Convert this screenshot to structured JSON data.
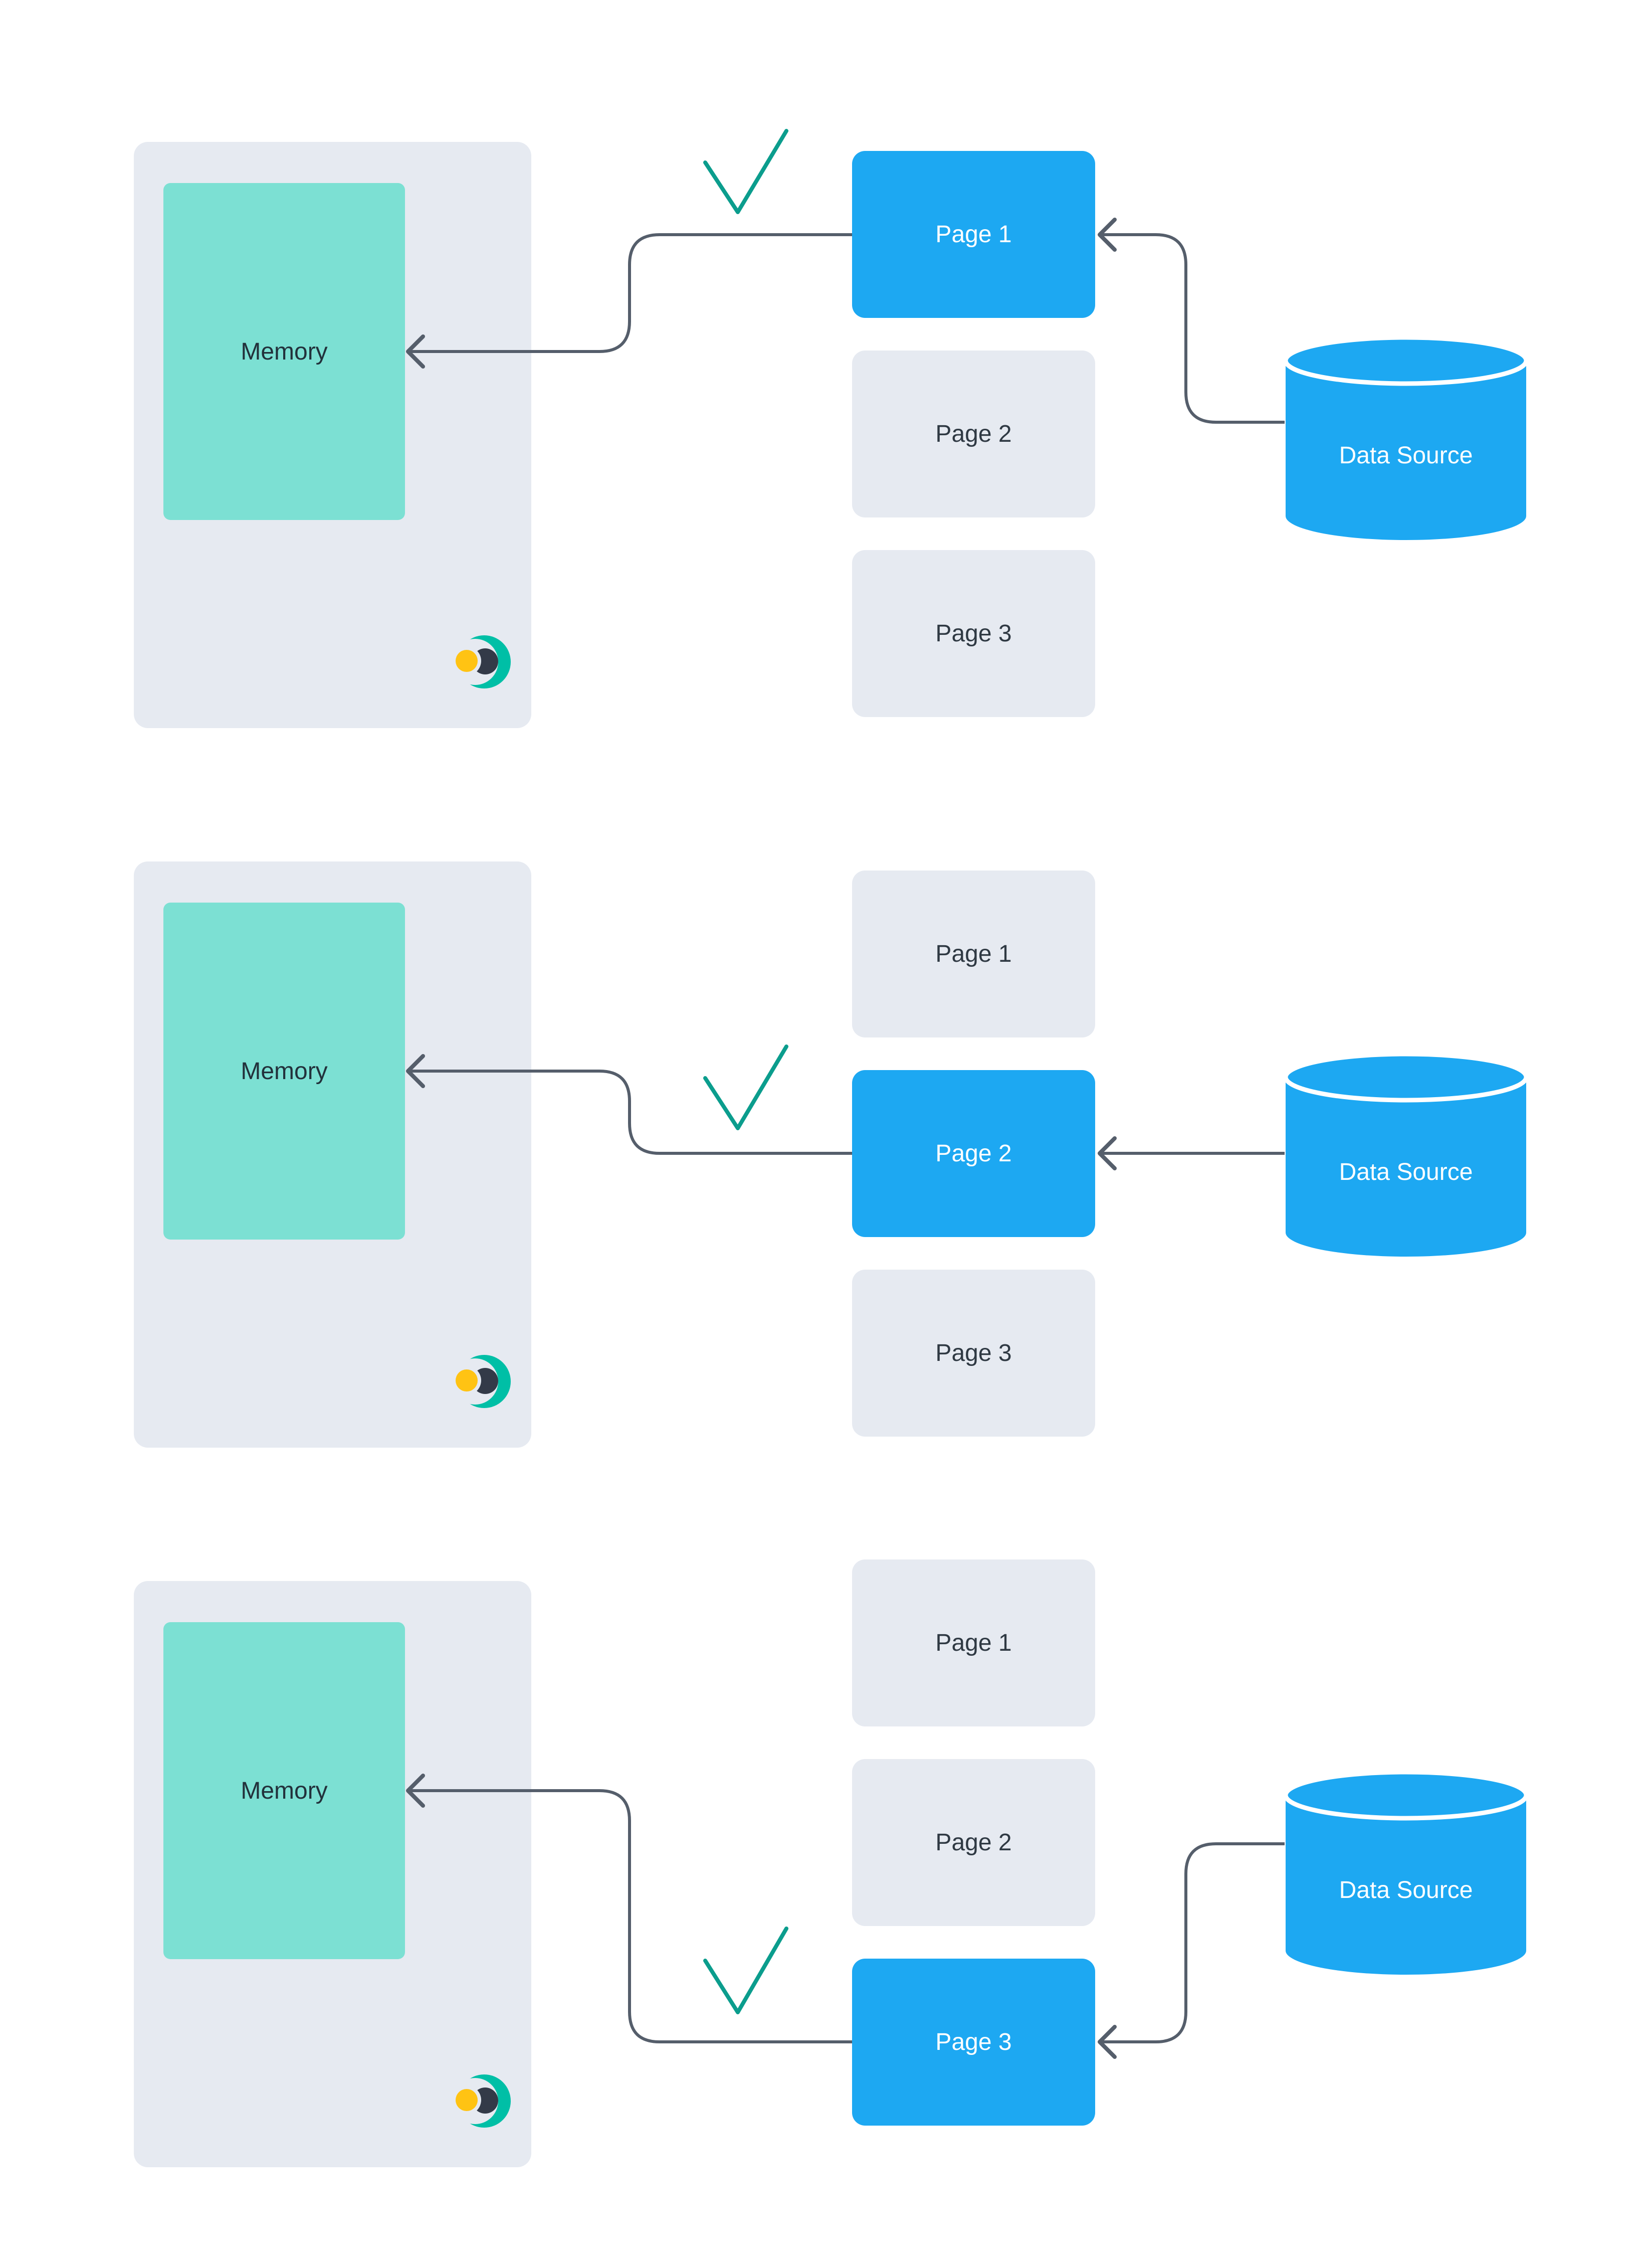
{
  "palette": {
    "highlight_blue": "#1DA8F2",
    "memory_teal": "#7CE0D3",
    "panel_gray": "#E6EAF1",
    "arrow_slate": "#555E6B",
    "check_teal": "#0B9D8D",
    "logo_yellow": "#FFC313",
    "logo_navy": "#333A48",
    "logo_teal": "#00BFA6",
    "dark_text": "#2F3943",
    "light_text": "#FFFFFF"
  },
  "rows": [
    {
      "memory_label": "Memory",
      "pages": [
        {
          "label": "Page 1",
          "active": true
        },
        {
          "label": "Page 2",
          "active": false
        },
        {
          "label": "Page 3",
          "active": false
        }
      ],
      "data_source_label": "Data Source"
    },
    {
      "memory_label": "Memory",
      "pages": [
        {
          "label": "Page 1",
          "active": false
        },
        {
          "label": "Page 2",
          "active": true
        },
        {
          "label": "Page 3",
          "active": false
        }
      ],
      "data_source_label": "Data Source"
    },
    {
      "memory_label": "Memory",
      "pages": [
        {
          "label": "Page 1",
          "active": false
        },
        {
          "label": "Page 2",
          "active": false
        },
        {
          "label": "Page 3",
          "active": true
        }
      ],
      "data_source_label": "Data Source"
    }
  ]
}
